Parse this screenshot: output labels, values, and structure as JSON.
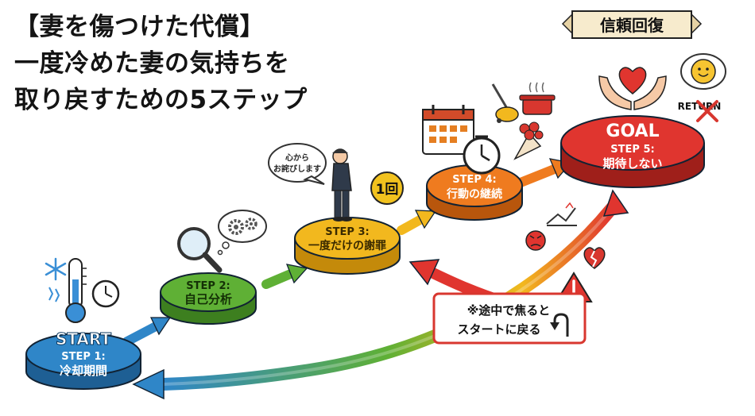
{
  "title": {
    "line1": "【妻を傷つけた代償】",
    "line2": "一度冷めた妻の気持ちを",
    "line3": "取り戻すための5ステップ"
  },
  "steps": [
    {
      "tag": "START",
      "label": "STEP 1:",
      "text": "冷却期間",
      "color": "#2f86c8"
    },
    {
      "tag": "",
      "label": "STEP 2:",
      "text": "自己分析",
      "color": "#5fb035"
    },
    {
      "tag": "",
      "label": "STEP 3:",
      "text": "一度だけの謝罪",
      "color": "#f2b81e"
    },
    {
      "tag": "",
      "label": "STEP 4:",
      "text": "行動の継続",
      "color": "#ef7b1f"
    },
    {
      "tag": "GOAL",
      "label": "STEP 5:",
      "text": "期待しない",
      "color": "#e0352f"
    }
  ],
  "banner": "信頼回復",
  "speech_bubble": {
    "line1": "心から",
    "line2": "お詫びします"
  },
  "once_label": "1回",
  "return_label": "RETURN",
  "warning": {
    "line1": "※途中で焦ると",
    "line2": "スタートに戻る"
  },
  "colors": {
    "blue": "#2f86c8",
    "green": "#5fb035",
    "yellow": "#f2b81e",
    "orange": "#ef7b1f",
    "red": "#e0352f"
  }
}
